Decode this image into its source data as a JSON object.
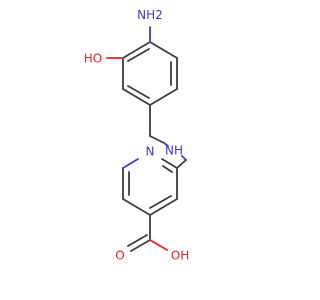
{
  "molecule": {
    "labels": {
      "amine_nh2": "NH2",
      "amine_h2_suffix": "2",
      "hydroxyl": "HO",
      "linker_nh": "NH",
      "pyridine_n": "N",
      "acid_oh": "OH",
      "acid_o": "O"
    },
    "colors": {
      "carbon_bond": "#3c3c3c",
      "oxygen": "#e8232b",
      "nitrogen": "#3b3bd6",
      "background": "#ffffff"
    }
  }
}
